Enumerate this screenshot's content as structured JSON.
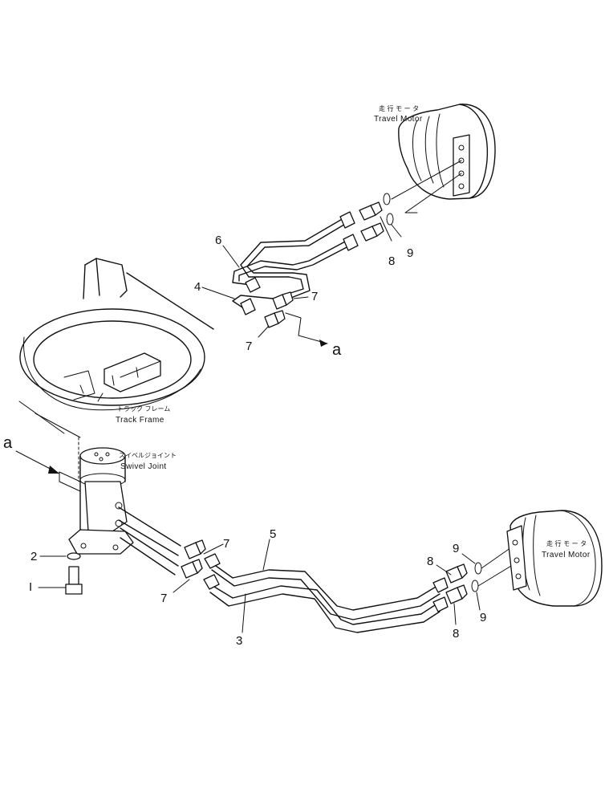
{
  "labels": {
    "travel_motor_top_jp": "走 行  モ ー タ",
    "travel_motor_top_en": "Travel Motor",
    "travel_motor_right_jp": "走 行  モ ー タ",
    "travel_motor_right_en": "Travel Motor",
    "track_frame_jp": "トラック フレーム",
    "track_frame_en": "Track Frame",
    "swivel_joint_jp": "スイベルジョイント",
    "swivel_joint_en": "Swivel  Joint",
    "view_ref_a": "a",
    "view_ref_a_left": "a"
  },
  "callouts": {
    "c6": "6",
    "c4": "4",
    "c7_top_right": "7",
    "c7_top_left": "7",
    "c8_top": "8",
    "c9_top": "9",
    "c2": "2",
    "c1": "I",
    "c7_bottom_upper": "7",
    "c7_bottom_lower": "7",
    "c5": "5",
    "c3": "3",
    "c8_bottom_upper": "8",
    "c8_bottom_lower": "8",
    "c9_bottom_upper": "9",
    "c9_bottom_lower": "9"
  }
}
